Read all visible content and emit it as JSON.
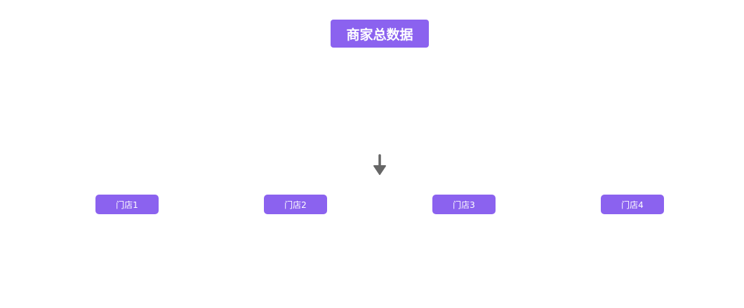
{
  "colors": {
    "node": "#8b62ef",
    "arrow": "#666666"
  },
  "root": {
    "label": "商家总数据"
  },
  "stores": [
    {
      "label": "门店1"
    },
    {
      "label": "门店2"
    },
    {
      "label": "门店3"
    },
    {
      "label": "门店4"
    }
  ]
}
